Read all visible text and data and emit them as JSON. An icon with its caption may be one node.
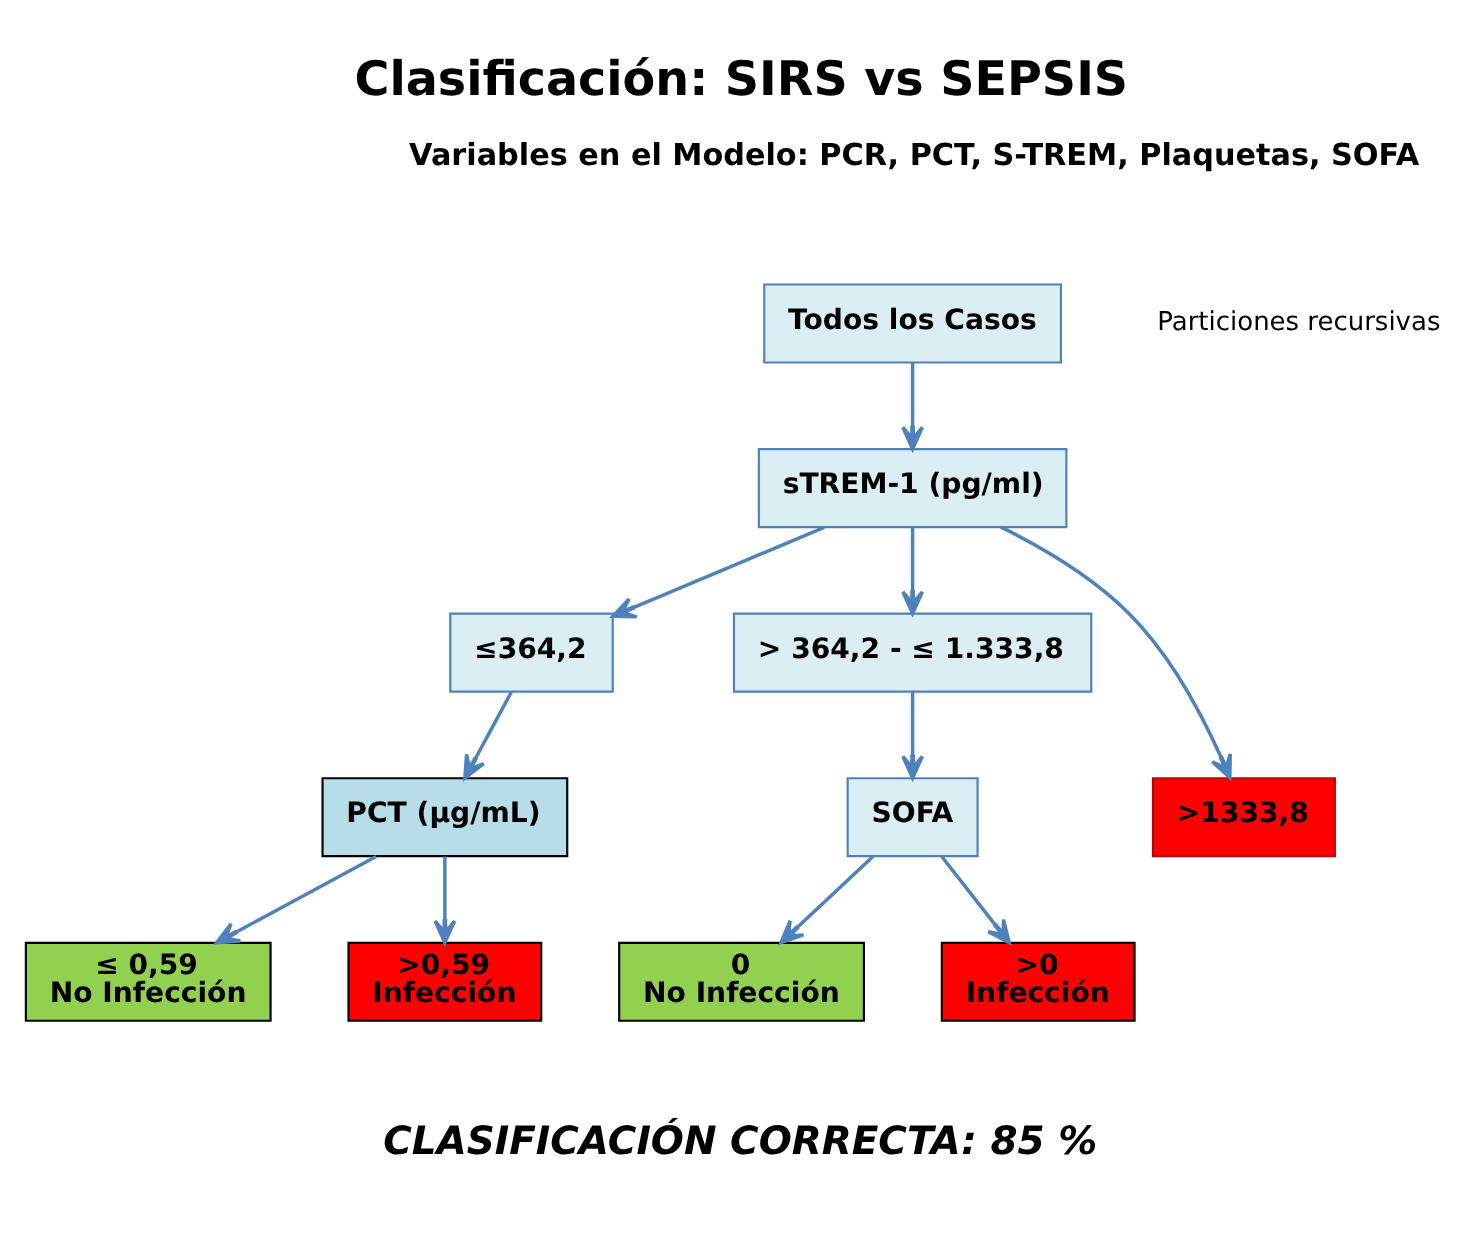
{
  "diagram": {
    "title": "Clasificación: SIRS vs SEPSIS",
    "caption": "CLASIFICACIÓN CORRECTA: 85 %",
    "nodes": [
      {
        "text": [
          "Todos los Casos"
        ]
      },
      {
        "text": [
          "sTREM-1 (pg/ml)"
        ]
      },
      {
        "text": [
          "≤364,2"
        ]
      },
      {
        "text": [
          "> 364,2 - ≤ 1.333,8"
        ]
      },
      {
        "text": [
          ">1333,8"
        ]
      },
      {
        "text": [
          "PCT (µg/mL)"
        ]
      },
      {
        "text": [
          "SOFA"
        ]
      },
      {
        "text": [
          "≤ 0,59",
          "No Infección"
        ]
      },
      {
        "text": [
          ">0,59",
          "Infección"
        ]
      },
      {
        "text": [
          "0",
          "No Infección"
        ]
      },
      {
        "text": [
          ">0",
          "Infección"
        ]
      }
    ],
    "edges": [
      {
        "from": 0,
        "to": 1,
        "arrow": "to"
      },
      {
        "from": 1,
        "to": 2,
        "arrow": "to"
      },
      {
        "from": 1,
        "to": 3,
        "arrow": "to"
      },
      {
        "from": 1,
        "to": 4,
        "arrow": "to"
      },
      {
        "from": 2,
        "to": 5,
        "arrow": "to"
      },
      {
        "from": 3,
        "to": 6,
        "arrow": "to"
      },
      {
        "from": 5,
        "to": 7,
        "arrow": "to"
      },
      {
        "from": 5,
        "to": 8,
        "arrow": "to"
      },
      {
        "from": 6,
        "to": 9,
        "arrow": "to"
      },
      {
        "from": 6,
        "to": 10,
        "arrow": "to"
      }
    ],
    "labels": [
      "Variables en el Modelo: PCR, PCT, S-TREM, Plaquetas, SOFA",
      "Particiones recursivas"
    ]
  }
}
